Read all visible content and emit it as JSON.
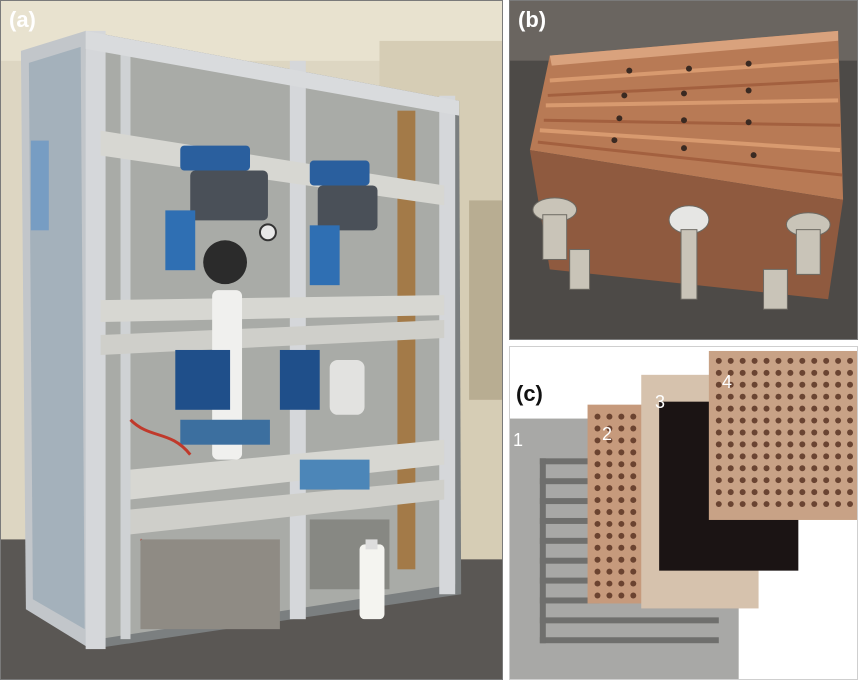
{
  "panels": {
    "a": {
      "label": "(a)"
    },
    "b": {
      "label": "(b)"
    },
    "c": {
      "label": "(c)",
      "samples": [
        "1",
        "2",
        "3",
        "4"
      ]
    }
  },
  "colors": {
    "cabinet_frame": "#c9ccd0",
    "copper": "#b87a55",
    "valve_blue": "#1f4f8a",
    "dark_sheet": "#1b1414",
    "aluminium": "#a8a8a6",
    "wall": "#ddd6c2",
    "floor": "#5a5754"
  }
}
